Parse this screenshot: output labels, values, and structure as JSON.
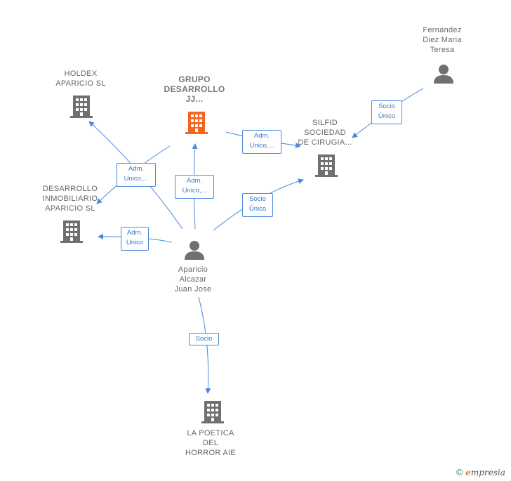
{
  "nodes": {
    "holdex": {
      "label": "HOLDEX\nAPARICIO  SL"
    },
    "grupo": {
      "label": "GRUPO\nDESARROLLO\nJJ..."
    },
    "fernandez": {
      "label": "Fernandez\nDiez Maria\nTeresa"
    },
    "silfid": {
      "label": "SILFID\nSOCIEDAD\nDE CIRUGIA..."
    },
    "desarrollo": {
      "label": "DESARROLLO\nINMOBILIARIO\nAPARICIO  SL"
    },
    "aparicio": {
      "label": "Aparicio\nAlcazar\nJuan Jose"
    },
    "poetica": {
      "label": "LA POETICA\nDEL\nHORROR AIE"
    }
  },
  "edges": {
    "fernandez_silfid": "Socio\nÚnico",
    "grupo_silfid": "Adm.\nUnico,...",
    "aparicio_holdex": "Adm.\nUnico,...",
    "aparicio_grupo": "Adm.\nUnico,...",
    "aparicio_silfid": "Socio\nÚnico",
    "aparicio_desarrollo": "Adm.\nUnico",
    "aparicio_poetica": "Socio"
  },
  "colors": {
    "edge": "#4a89dc",
    "company": "#707070",
    "company_highlight": "#f26522",
    "person": "#707070"
  },
  "footer": {
    "copyright": "©",
    "brand_e": "e",
    "brand_rest": "mpresia"
  }
}
